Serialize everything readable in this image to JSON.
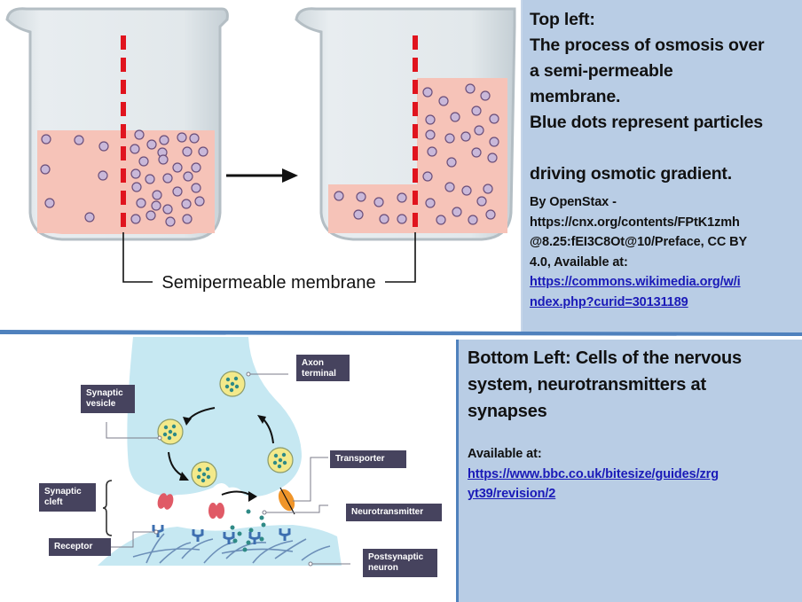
{
  "slide": {
    "top_figure": {
      "title": "Osmosis over a semipermeable membrane",
      "membrane_label": "Semipermeable membrane",
      "colors": {
        "solution": "#f6c3b8",
        "particle": "#c9b8d9",
        "particle_stroke": "#6b4f7a",
        "membrane": "#e0141e",
        "beaker": "#d9dfe3"
      }
    },
    "top_text": {
      "heading_lines": [
        "Top left:",
        "The process of osmosis over",
        "a semi-permeable",
        "membrane.",
        "Blue dots represent particles",
        "driving osmotic gradient."
      ],
      "credit_lines": [
        "By OpenStax -",
        "https://cnx.org/contents/FPtK1zmh",
        "@8.25:fEI3C8Ot@10/Preface, CC BY",
        "4.0, Available at:"
      ],
      "link_lines": [
        "https://commons.wikimedia.org/w/i",
        "ndex.php?curid=30131189"
      ]
    },
    "bottom_figure": {
      "labels": {
        "axon_terminal": [
          "Axon",
          "terminal"
        ],
        "synaptic_vesicle": [
          "Synaptic",
          "vesicle"
        ],
        "synaptic_cleft": [
          "Synaptic",
          "cleft"
        ],
        "transporter": "Transporter",
        "neurotransmitter": "Neurotransmitter",
        "receptor": "Receptor",
        "postsynaptic_neuron": [
          "Postsynaptic",
          "neuron"
        ]
      },
      "colors": {
        "cell": "#c6e8f2",
        "vesicle": "#f3e98a",
        "vesicle_dot": "#2f8a86",
        "label_bg": "#46435e",
        "transporter": "#f0952a",
        "channel": "#e05a66",
        "receptor": "#3d6fb0"
      }
    },
    "bottom_text": {
      "heading_lines": [
        "Bottom Left: Cells of the nervous",
        "system, neurotransmitters at",
        "synapses"
      ],
      "available_label": "Available at:",
      "link_lines": [
        "https://www.bbc.co.uk/bitesize/guides/zrg",
        "yt39/revision/2"
      ]
    },
    "colors": {
      "textbox_bg": "#b9cde5",
      "divider": "#4f81bd",
      "link": "#1a1ab8"
    }
  }
}
